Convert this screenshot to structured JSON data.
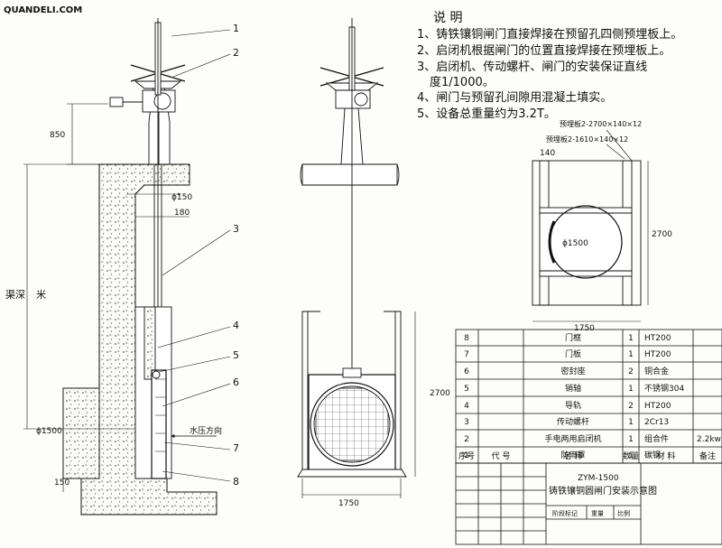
{
  "watermark": "QUANDELI.COM",
  "notes": {
    "title": "说 明",
    "items": [
      "1、铸铁镶铜闸门直接焊接在预留孔四侧预埋板上。",
      "2、启闭机根据闸门的位置直接焊接在预埋板上。",
      "3、启闭机、传动螺杆、闸门的安装保证直线",
      "度1/1000。",
      "4、闸门与预留孔间隙用混凝土填实。",
      "5、设备总重量约为3.2T。"
    ]
  },
  "left_view": {
    "callouts": [
      "1",
      "2",
      "3",
      "4",
      "5",
      "6",
      "7",
      "8"
    ],
    "dim_850": "850",
    "dim_phi150": "ϕ150",
    "dim_180": "180",
    "dim_phi1500": "ϕ1500",
    "dim_150": "150",
    "label_canal": "渠深",
    "label_m": "米",
    "label_pressure": "水压方向"
  },
  "front_view": {
    "dim_2700": "2700",
    "dim_1750": "1750"
  },
  "detail_view": {
    "plate1": "预埋板2-2700×140×12",
    "plate2": "预埋板2-1610×140×12",
    "dim_140": "140",
    "dim_phi1500": "ϕ1500",
    "dim_2700": "2700",
    "dim_1750": "1750"
  },
  "parts_table": {
    "rows": [
      {
        "no": "8",
        "code": "",
        "name": "门框",
        "qty": "1",
        "material": "HT200",
        "note": ""
      },
      {
        "no": "7",
        "code": "",
        "name": "门板",
        "qty": "1",
        "material": "HT200",
        "note": ""
      },
      {
        "no": "6",
        "code": "",
        "name": "密封座",
        "qty": "2",
        "material": "铜合金",
        "note": ""
      },
      {
        "no": "5",
        "code": "",
        "name": "销轴",
        "qty": "1",
        "material": "不锈钢304",
        "note": ""
      },
      {
        "no": "4",
        "code": "",
        "name": "导轨",
        "qty": "2",
        "material": "HT200",
        "note": ""
      },
      {
        "no": "3",
        "code": "",
        "name": "传动螺杆",
        "qty": "1",
        "material": "2Cr13",
        "note": ""
      },
      {
        "no": "2",
        "code": "",
        "name": "手电两用启闭机",
        "qty": "1",
        "material": "组合件",
        "note": "2.2kw"
      },
      {
        "no": "1",
        "code": "",
        "name": "防雨罩",
        "qty": "1",
        "material": "碳钢",
        "note": ""
      }
    ],
    "header": {
      "no": "序号",
      "code": "代 号",
      "name": "名 称",
      "qty": "数量",
      "material": "材 料",
      "note": "备注"
    }
  },
  "title_block": {
    "model": "ZYM-1500",
    "title": "铸铁镶铜圆闸门安装示意图",
    "stage": "阶段标记",
    "weight": "重量",
    "scale": "比例"
  }
}
